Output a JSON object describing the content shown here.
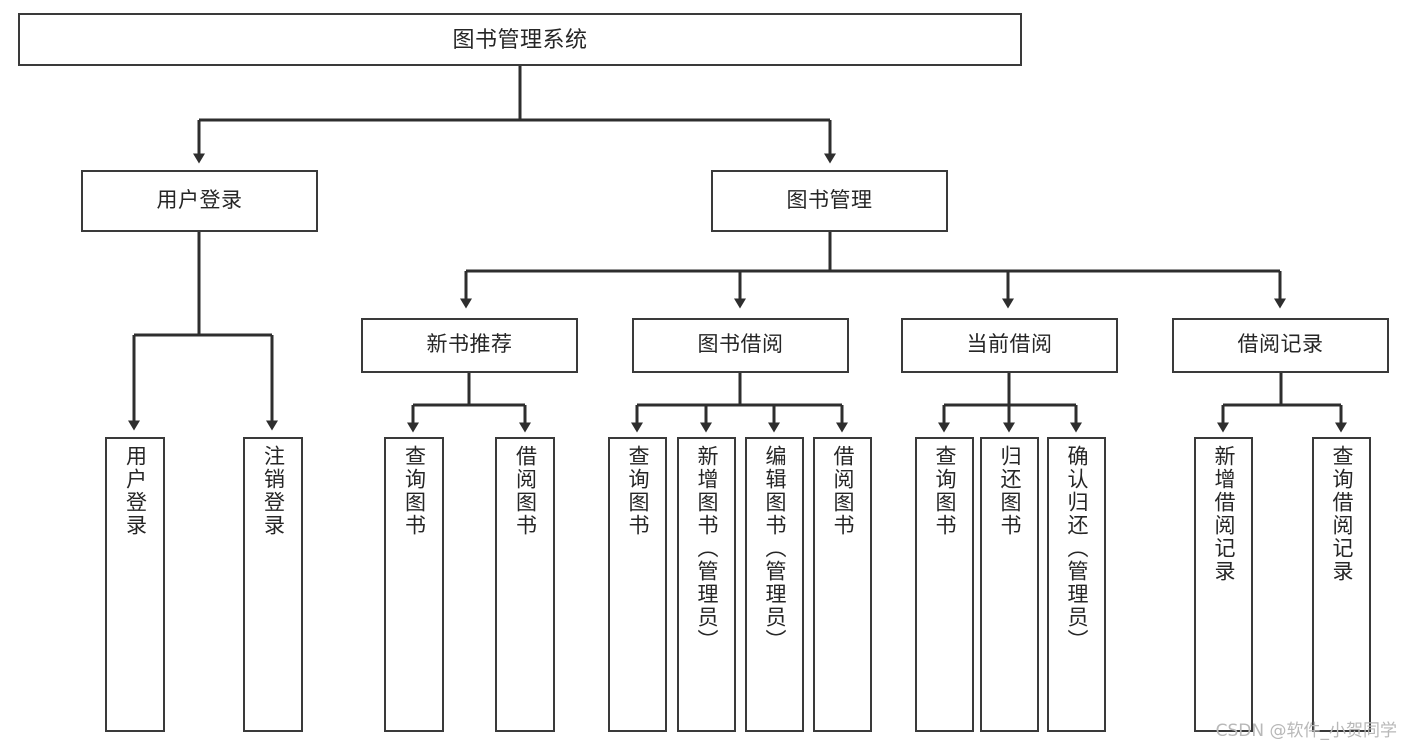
{
  "diagram": {
    "title": "图书管理系统",
    "type": "tree",
    "root": {
      "label": "图书管理系统"
    },
    "level1": [
      {
        "label": "用户登录"
      },
      {
        "label": "图书管理"
      }
    ],
    "level2": [
      {
        "label": "新书推荐"
      },
      {
        "label": "图书借阅"
      },
      {
        "label": "当前借阅"
      },
      {
        "label": "借阅记录"
      }
    ],
    "leaves": {
      "user_login": [
        {
          "label": "用户登录"
        },
        {
          "label": "注销登录"
        }
      ],
      "new_book_recommend": [
        {
          "label": "查询图书"
        },
        {
          "label": "借阅图书"
        }
      ],
      "book_borrow": [
        {
          "label": "查询图书"
        },
        {
          "label": "新增图书（管理员）"
        },
        {
          "label": "编辑图书（管理员）"
        },
        {
          "label": "借阅图书"
        }
      ],
      "current_borrow": [
        {
          "label": "查询图书"
        },
        {
          "label": "归还图书"
        },
        {
          "label": "确认归还（管理员）"
        }
      ],
      "borrow_record": [
        {
          "label": "新增借阅记录"
        },
        {
          "label": "查询借阅记录"
        }
      ]
    }
  },
  "watermark": {
    "text": "CSDN @软件_小贺同学"
  },
  "colors": {
    "stroke": "#3a3a3a",
    "text": "#262626",
    "background": "#ffffff",
    "watermark": "#b8b8b8"
  }
}
